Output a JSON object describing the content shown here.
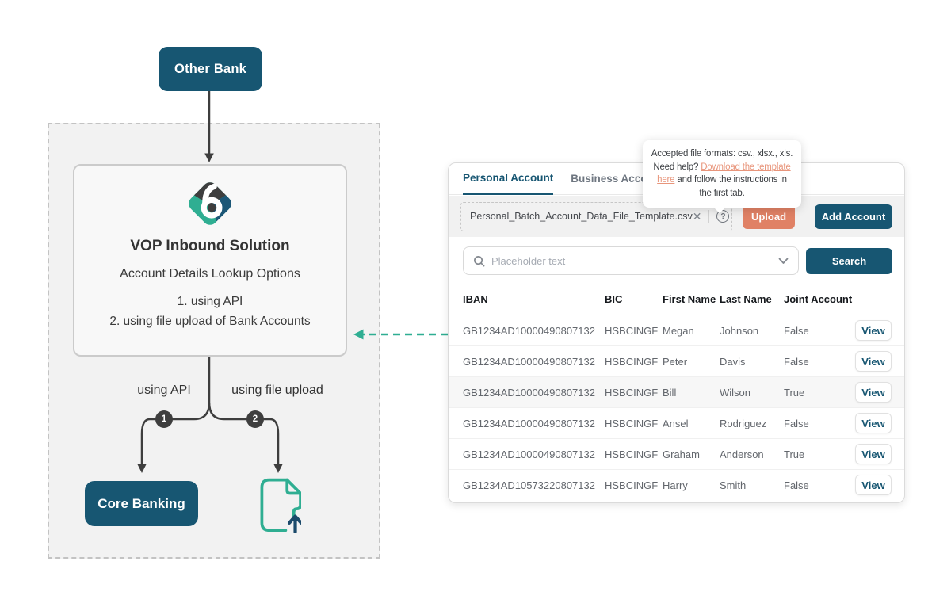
{
  "colors": {
    "brand_teal": "#175672",
    "accent_orange": "#E08165",
    "link_orange": "#E8957B",
    "accent_green": "#2FAE92",
    "arrow_navy": "#1B4A6B",
    "dark_gray": "#3E3E3E"
  },
  "diagram": {
    "other_bank_label": "Other Bank",
    "vop_title": "VOP Inbound Solution",
    "vop_subtitle": "Account Details Lookup Options",
    "vop_option_1": "1. using API",
    "vop_option_2": "2. using file upload of Bank Accounts",
    "branch_api_label": "using API",
    "branch_file_label": "using file upload",
    "badge_1": "1",
    "badge_2": "2",
    "core_banking_label": "Core Banking"
  },
  "tooltip": {
    "text_before": "Accepted file formats: csv., xlsx., xls. Need help? ",
    "link_text": "Download the template here",
    "text_after": " and follow the instructions in the first tab."
  },
  "panel": {
    "tabs": [
      {
        "label": "Personal Account"
      },
      {
        "label": "Business Account"
      }
    ],
    "upload": {
      "file_name": "Personal_Batch_Account_Data_File_Template.csv",
      "close_icon": "✕",
      "help_icon": "?",
      "upload_button": "Upload",
      "add_account_button": "Add Account"
    },
    "search": {
      "placeholder": "Placeholder text",
      "button": "Search"
    },
    "table": {
      "headers": {
        "iban": "IBAN",
        "bic": "BIC",
        "first": "First Name",
        "last": "Last Name",
        "joint": "Joint Account"
      },
      "rows": [
        {
          "iban": "GB1234AD10000490807132",
          "bic": "HSBCINGF",
          "first": "Megan",
          "last": "Johnson",
          "joint": "False",
          "action": "View"
        },
        {
          "iban": "GB1234AD10000490807132",
          "bic": "HSBCINGF",
          "first": "Peter",
          "last": "Davis",
          "joint": "False",
          "action": "View"
        },
        {
          "iban": "GB1234AD10000490807132",
          "bic": "HSBCINGF",
          "first": "Bill",
          "last": "Wilson",
          "joint": "True",
          "action": "View"
        },
        {
          "iban": "GB1234AD10000490807132",
          "bic": "HSBCINGF",
          "first": "Ansel",
          "last": "Rodriguez",
          "joint": "False",
          "action": "View"
        },
        {
          "iban": "GB1234AD10000490807132",
          "bic": "HSBCINGF",
          "first": "Graham",
          "last": "Anderson",
          "joint": "True",
          "action": "View"
        },
        {
          "iban": "GB1234AD10573220807132",
          "bic": "HSBCINGF",
          "first": "Harry",
          "last": "Smith",
          "joint": "False",
          "action": "View"
        }
      ]
    }
  }
}
